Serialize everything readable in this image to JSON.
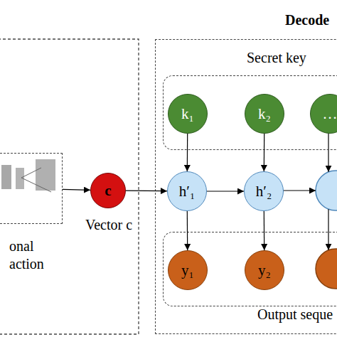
{
  "diagram": {
    "nodes": [
      {
        "text": [
          "onal action"
        ]
      },
      {
        "text": [
          "c",
          "Vector c"
        ]
      },
      {
        "text": [
          "Decode"
        ]
      },
      {
        "text": [
          "Secret key"
        ],
        "in": 2
      },
      {
        "text": [
          "k₁"
        ],
        "in": 3
      },
      {
        "text": [
          "k₂"
        ],
        "in": 3
      },
      {
        "text": [
          "…"
        ],
        "in": 3
      },
      {
        "text": [
          "h′₁"
        ],
        "in": 2
      },
      {
        "text": [
          "h′₂"
        ],
        "in": 2
      },
      {
        "text": [
          "Output seque"
        ],
        "in": 2
      },
      {
        "text": [
          "y₁"
        ],
        "in": 9
      },
      {
        "text": [
          "y₂"
        ],
        "in": 9
      }
    ],
    "edges": [
      {
        "from": 0,
        "to": 1,
        "arrow": "to"
      },
      {
        "from": 1,
        "to": 7,
        "arrow": "to"
      },
      {
        "from": 4,
        "to": 7,
        "arrow": "to"
      },
      {
        "from": 5,
        "to": 8,
        "arrow": "to"
      },
      {
        "from": 7,
        "to": 8,
        "arrow": "to"
      },
      {
        "from": 7,
        "to": 10,
        "arrow": "to"
      },
      {
        "from": 8,
        "to": 11,
        "arrow": "to"
      }
    ]
  }
}
